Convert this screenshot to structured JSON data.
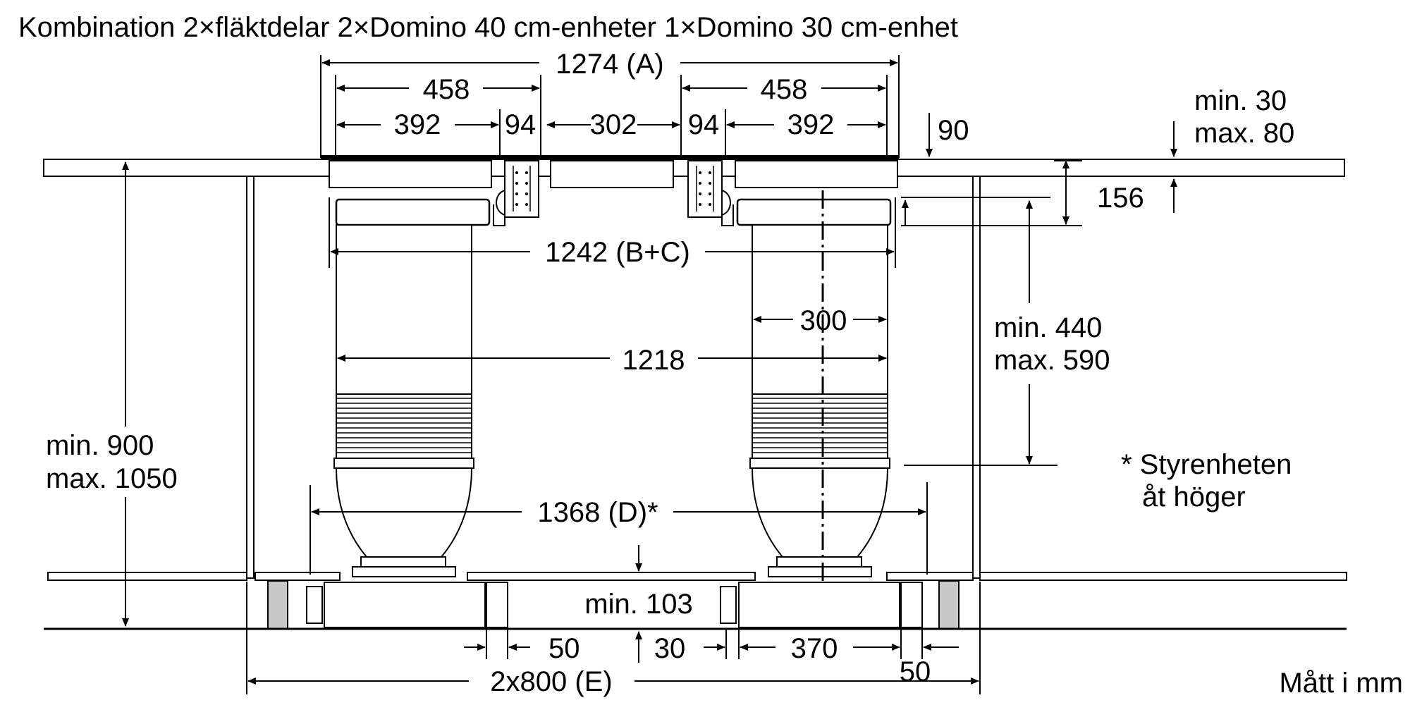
{
  "title": "Kombination 2×fläktdelar 2×Domino 40 cm-enheter 1×Domino 30 cm-enhet",
  "dimensions": {
    "total_a": "1274 (A)",
    "left_458": "458",
    "right_458": "458",
    "left_392": "392",
    "left_94": "94",
    "center_302": "302",
    "right_94": "94",
    "right_392": "392",
    "depth_90": "90",
    "countertop_min": "min. 30",
    "countertop_max": "max. 80",
    "height_156": "156",
    "bc_1242": "1242 (B+C)",
    "duct_300": "300",
    "width_1218": "1218",
    "vertical_min": "min. 440",
    "vertical_max": "max. 590",
    "total_height_min": "min. 900",
    "total_height_max": "max. 1050",
    "d_1368": "1368 (D)*",
    "base_min": "min. 103",
    "gap_50_left": "50",
    "gap_30": "30",
    "width_370": "370",
    "gap_50_right": "50",
    "cabinet_e": "2x800 (E)"
  },
  "notes": {
    "controller_line1": "* Styrenheten",
    "controller_line2": "åt höger",
    "units": "Mått i mm"
  }
}
